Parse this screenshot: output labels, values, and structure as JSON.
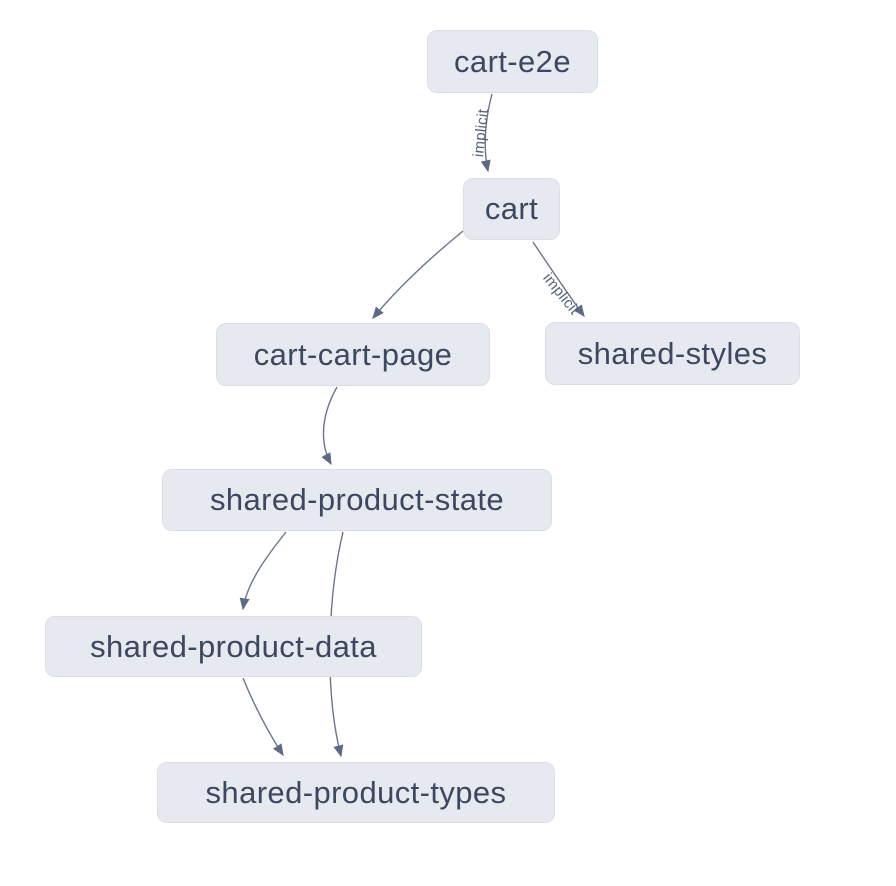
{
  "diagram": {
    "kind": "project-dependency-graph",
    "background": "#ffffff",
    "colors": {
      "node_fill": "#e6e9ef",
      "node_border": "#dadfe7",
      "node_text": "#3d485e",
      "edge_stroke": "#69758d",
      "edge_label_text": "#556079"
    },
    "nodes": [
      {
        "id": "cart-e2e",
        "label": "cart-e2e"
      },
      {
        "id": "cart",
        "label": "cart"
      },
      {
        "id": "cart-cart-page",
        "label": "cart-cart-page"
      },
      {
        "id": "shared-styles",
        "label": "shared-styles"
      },
      {
        "id": "shared-product-state",
        "label": "shared-product-state"
      },
      {
        "id": "shared-product-data",
        "label": "shared-product-data"
      },
      {
        "id": "shared-product-types",
        "label": "shared-product-types"
      }
    ],
    "edges": [
      {
        "from": "cart-e2e",
        "to": "cart",
        "label": "implicit"
      },
      {
        "from": "cart",
        "to": "cart-cart-page",
        "label": ""
      },
      {
        "from": "cart",
        "to": "shared-styles",
        "label": "implicit"
      },
      {
        "from": "cart-cart-page",
        "to": "shared-product-state",
        "label": ""
      },
      {
        "from": "shared-product-state",
        "to": "shared-product-data",
        "label": ""
      },
      {
        "from": "shared-product-state",
        "to": "shared-product-types",
        "label": ""
      },
      {
        "from": "shared-product-data",
        "to": "shared-product-types",
        "label": ""
      }
    ]
  }
}
